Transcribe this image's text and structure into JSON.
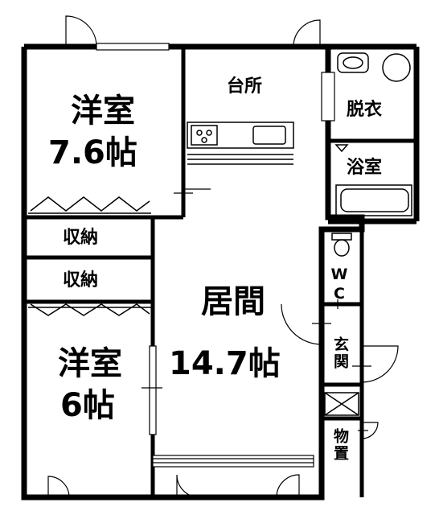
{
  "rooms": {
    "western_room_top": {
      "name": "洋室",
      "size": "7.6帖"
    },
    "kitchen": {
      "name": "台所"
    },
    "dressing": {
      "name": "脱衣"
    },
    "bath": {
      "name": "浴室"
    },
    "storage_1": {
      "name": "収納"
    },
    "storage_2": {
      "name": "収納"
    },
    "living": {
      "name": "居間",
      "size": "14.7帖"
    },
    "western_room_bottom": {
      "name": "洋室",
      "size": "6帖"
    },
    "toilet": {
      "name": "WC"
    },
    "entrance": {
      "name": "玄関"
    },
    "storeroom": {
      "name": "物置"
    }
  },
  "colors": {
    "wall": "#000000",
    "floor": "#ffffff"
  }
}
